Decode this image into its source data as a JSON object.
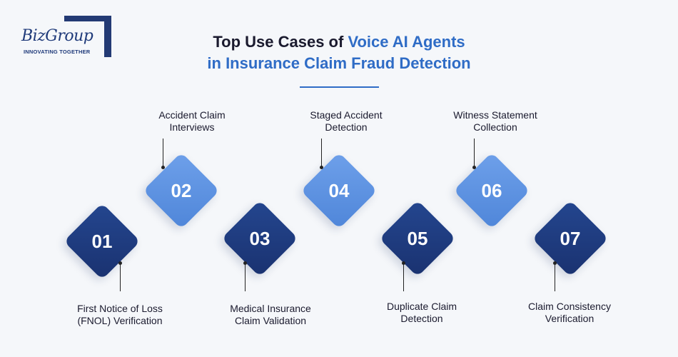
{
  "logo": {
    "name": "BizGroup",
    "tagline": "INNOVATING TOGETHER"
  },
  "title": {
    "line1_plain": "Top Use Cases of ",
    "line1_accent": "Voice AI Agents",
    "line2": "in Insurance Claim Fraud Detection"
  },
  "steps": [
    {
      "number": "01",
      "label_line1": "First Notice of Loss",
      "label_line2": "(FNOL) Verification"
    },
    {
      "number": "02",
      "label_line1": "Accident Claim",
      "label_line2": "Interviews"
    },
    {
      "number": "03",
      "label_line1": "Medical Insurance",
      "label_line2": "Claim Validation"
    },
    {
      "number": "04",
      "label_line1": "Staged Accident",
      "label_line2": "Detection"
    },
    {
      "number": "05",
      "label_line1": "Duplicate Claim",
      "label_line2": "Detection"
    },
    {
      "number": "06",
      "label_line1": "Witness Statement",
      "label_line2": "Collection"
    },
    {
      "number": "07",
      "label_line1": "Claim Consistency",
      "label_line2": "Verification"
    }
  ],
  "colors": {
    "accent": "#2f6cc6",
    "dark_diamond": "#1f3a7a",
    "light_diamond": "#5b8fe0"
  }
}
